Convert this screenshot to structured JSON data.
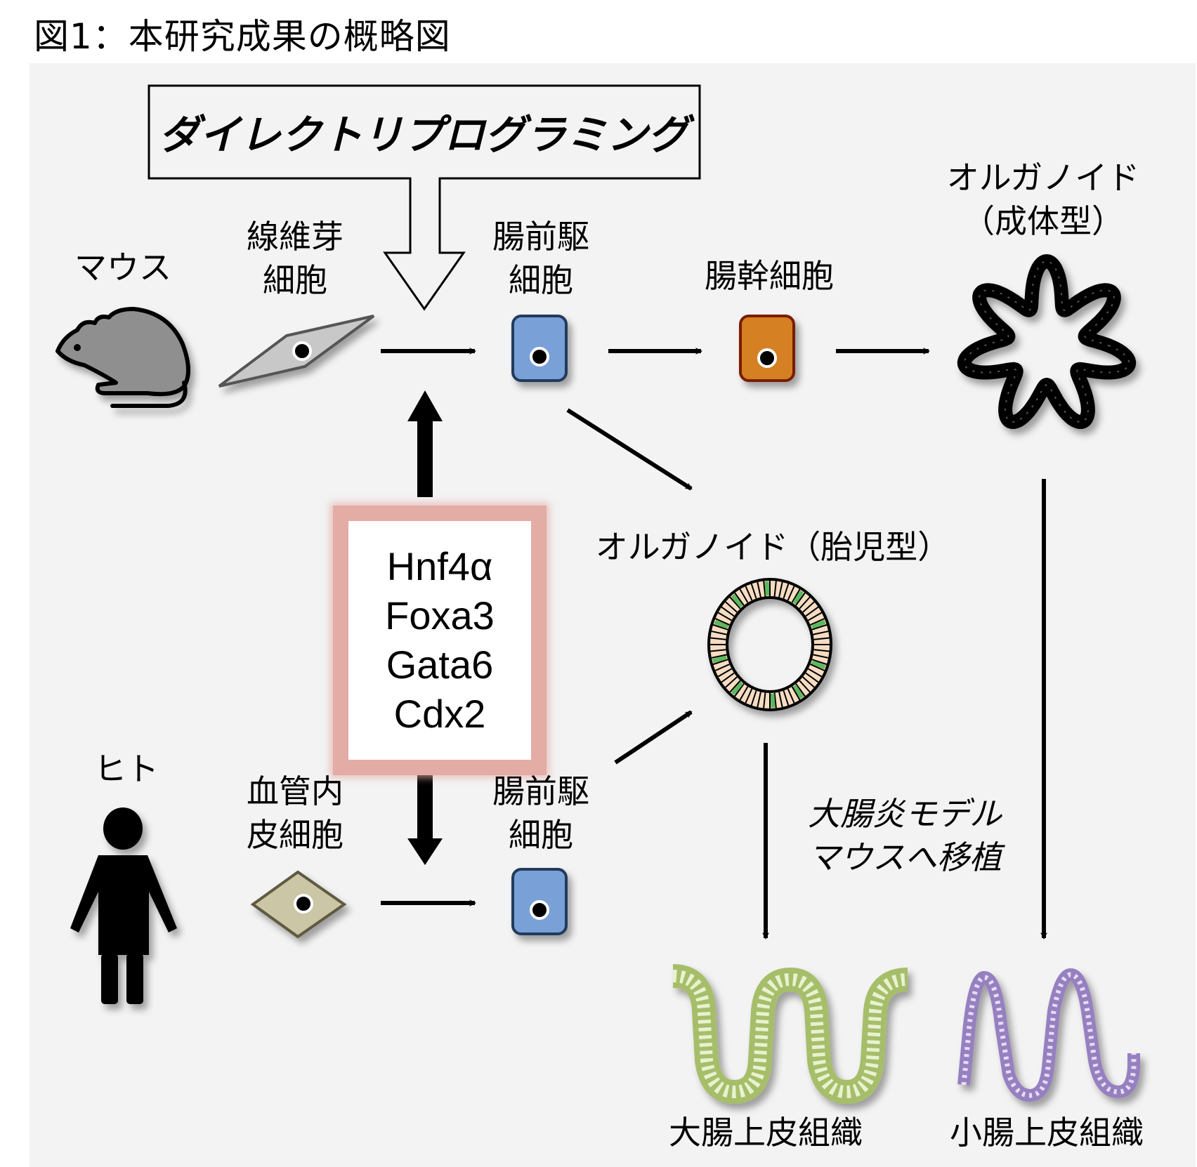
{
  "title": "図1：本研究成果の概略図",
  "direct_reprogramming": "ダイレクトリプログラミング",
  "mouse": {
    "label": "マウス",
    "source_cell": [
      "線維芽",
      "細胞"
    ],
    "progenitor": [
      "腸前駆",
      "細胞"
    ],
    "stem_cell": "腸幹細胞",
    "adult_organoid": [
      "オルガノイド",
      "（成体型）"
    ]
  },
  "human": {
    "label": "ヒト",
    "source_cell": [
      "血管内",
      "皮細胞"
    ],
    "progenitor": [
      "腸前駆",
      "細胞"
    ]
  },
  "factors": [
    "Hnf4α",
    "Foxa3",
    "Gata6",
    "Cdx2"
  ],
  "fetal_organoid": "オルガノイド（胎児型）",
  "transplant": [
    "大腸炎モデル",
    "マウスへ移植"
  ],
  "outcomes": {
    "colon": "大腸上皮組織",
    "small_intestine": "小腸上皮組織"
  },
  "colors": {
    "background": "#f3f3f3",
    "progenitor_fill": "#7aa0d8",
    "progenitor_stroke": "#243a5c",
    "stem_fill": "#d58024",
    "stem_stroke": "#7a1a05",
    "fibroblast_fill": "#c8c8c8",
    "endothelial_fill": "#cbc6a6",
    "factor_border": "#e3aca5",
    "colon_green": "#a6be6a",
    "small_int_purple": "#9680c0",
    "fetal_cell": "#f6dcc2",
    "fetal_green": "#5cb85c"
  }
}
